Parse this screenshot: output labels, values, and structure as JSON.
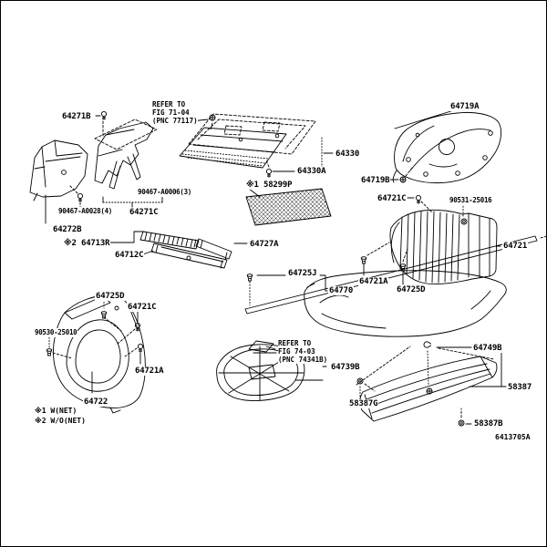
{
  "diagram": {
    "description": "Toyota parts catalog exploded diagram - luggage compartment / inside trim board",
    "colors": {
      "ink": "#000000",
      "paper": "#ffffff"
    },
    "code": "6413705A",
    "refs": {
      "ref1": {
        "l1": "REFER TO",
        "l2": "FIG 71-04",
        "l3": "(PNC 77117)"
      },
      "ref2": {
        "l1": "REFER TO",
        "l2": "FIG 74-03",
        "l3": "(PNC 74341B)"
      }
    },
    "footnotes": {
      "f1": "※1 W(NET)",
      "f2": "※2 W/O(NET)"
    },
    "labels": {
      "p64271B": "64271B",
      "p64272B": "64272B",
      "p90467_3": "90467-A0006(3)",
      "p90467_4": "90467-A0028(4)",
      "p64271C": "64271C",
      "p64330": "64330",
      "p64330A": "64330A",
      "p58299P": "※1 58299P",
      "p64719A": "64719A",
      "p64719B": "64719B",
      "p64721C_r": "64721C",
      "p90531": "90531-25016",
      "p64721": "64721",
      "p64721A_r": "64721A",
      "p64725D_r": "64725D",
      "p64713R": "※2 64713R",
      "p64712C": "64712C",
      "p64727A": "64727A",
      "p64725J": "64725J",
      "p64770": "64770",
      "p64725D_l": "64725D",
      "p64721C_l": "64721C",
      "p90530": "90530-25010",
      "p64721A_l": "64721A",
      "p64722": "64722",
      "p64739B": "64739B",
      "p64749B": "64749B",
      "p58387": "58387",
      "p58387G": "58387G",
      "p58387B": "58387B"
    },
    "fastener_icons": {
      "bolt-icon": "round-head bolt with threaded shaft",
      "screw-icon": "screw head, circle with cross",
      "pin-icon": "push pin / mushroom clip",
      "ring-icon": "grommet ring",
      "clip-icon": "c-shaped retainer clip"
    }
  }
}
